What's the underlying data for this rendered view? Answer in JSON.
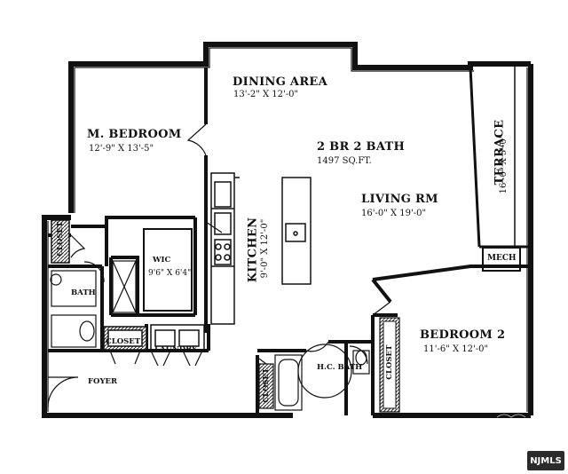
{
  "summary": {
    "title": "2 BR 2 BATH",
    "area": "1497 SQ.FT."
  },
  "rooms": {
    "dining_area": {
      "name": "DINING AREA",
      "dim": "13'-2\" X 12'-0\""
    },
    "master_bedroom": {
      "name": "M. BEDROOM",
      "dim": "12'-9\" X 13'-5\""
    },
    "living_room": {
      "name": "LIVING RM",
      "dim": "16'-0\" X 19'-0\""
    },
    "terrace": {
      "name": "TERRACE",
      "dim": "16'-0\" X 5'-0\""
    },
    "kitchen": {
      "name": "KITCHEN",
      "dim": "9'-0\" X 12'-0\""
    },
    "wic": {
      "name": "WIC",
      "dim": "9'6\" X 6'4\""
    },
    "bath": {
      "name": "BATH"
    },
    "closet_left": {
      "name": "CLOSET"
    },
    "closet_hall": {
      "name": "CLOSET"
    },
    "laundry": {
      "name": "LAUNDRY"
    },
    "foyer": {
      "name": "FOYER"
    },
    "hc_bath": {
      "name": "H.C. BATH"
    },
    "closet_hc": {
      "name": "CLOSET"
    },
    "closet_br2": {
      "name": "CLOSET"
    },
    "mech": {
      "name": "MECH"
    },
    "bedroom2": {
      "name": "BEDROOM 2",
      "dim": "11'-6\" X 12'-0\""
    }
  },
  "watermark": "NJMLS"
}
